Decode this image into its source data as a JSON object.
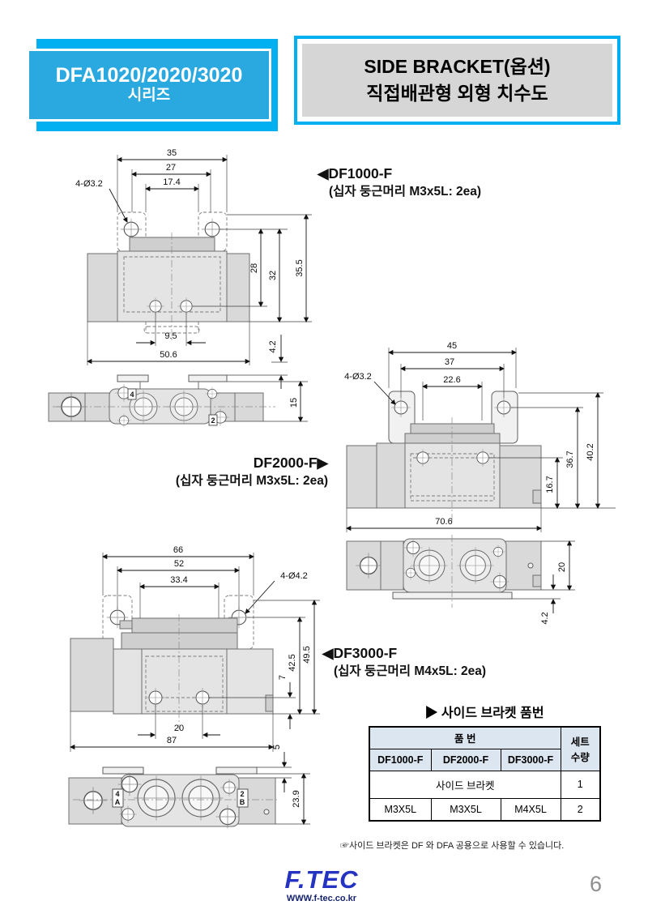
{
  "header": {
    "series_line1": "DFA1020/2020/3020",
    "series_line2": "시리즈",
    "title_line1": "SIDE BRACKET(옵션)",
    "title_line2": "직접배관형 외형 치수도"
  },
  "drawings": {
    "df1000": {
      "label": "◀DF1000-F",
      "screw_note": "(십자 둥근머리 M3x5L: 2ea)",
      "dims": {
        "top1": "35",
        "top2": "27",
        "top3": "17.4",
        "holes": "4-Ø3.2",
        "r1": "28",
        "r2": "32",
        "r3": "35.5",
        "b1": "9.5",
        "b2": "50.6",
        "g1": "4.2",
        "g2": "15"
      },
      "ports": [
        "4",
        "2"
      ]
    },
    "df2000": {
      "label": "DF2000-F▶",
      "screw_note": "(십자 둥근머리 M3x5L: 2ea)",
      "dims": {
        "top1": "45",
        "top2": "37",
        "top3": "22.6",
        "holes": "4-Ø3.2",
        "r1": "16.7",
        "r2": "36.7",
        "r3": "40.2",
        "b1": "70.6",
        "g1": "20",
        "g2": "4.2"
      }
    },
    "df3000": {
      "label": "◀DF3000-F",
      "screw_note": "(십자 둥근머리 M4x5L: 2ea)",
      "dims": {
        "top1": "66",
        "top2": "52",
        "top3": "33.4",
        "holes": "4-Ø4.2",
        "r1": "42.5",
        "r2": "49.5",
        "r3": "7",
        "b1": "20",
        "b2": "87",
        "g1": "5",
        "g2": "23.9"
      },
      "ports": [
        "4",
        "A",
        "2",
        "B"
      ]
    }
  },
  "table": {
    "title": "▶ 사이드 브라켓 품번",
    "part_no_header": "품 번",
    "qty_header_line1": "세트",
    "qty_header_line2": "수량",
    "models": [
      "DF1000-F",
      "DF2000-F",
      "DF3000-F"
    ],
    "bracket_row": {
      "label": "사이드 브라켓",
      "qty": "1"
    },
    "screw_row": {
      "cells": [
        "M3X5L",
        "M3X5L",
        "M4X5L"
      ],
      "qty": "2"
    }
  },
  "footnote": "☞사이드 브라켓은 DF 와 DFA 공용으로 사용할 수 있습니다.",
  "footer": {
    "logo": "F.TEC",
    "website": "WWW.f-tec.co.kr",
    "page_number": "6"
  },
  "colors": {
    "accent_cyan": "#00b0f0",
    "header_box_blue": "#2aa9e0",
    "title_band_gray": "#d6d6d6",
    "table_header_bg": "#dce6f1",
    "logo_blue": "#2433c0"
  }
}
